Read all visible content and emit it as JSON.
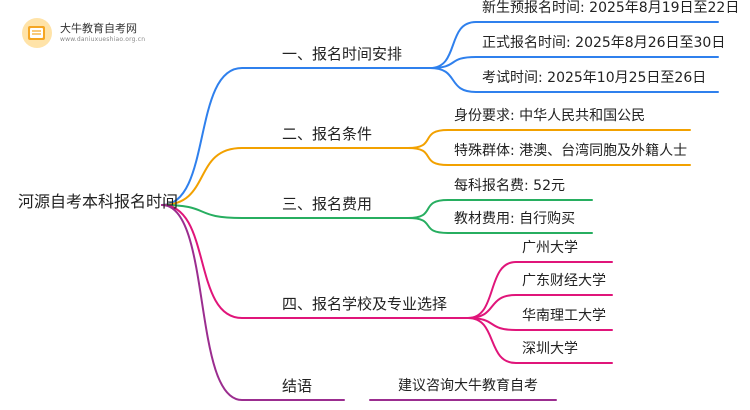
{
  "logo": {
    "name": "大牛教育自考网",
    "url": "www.daniuxueshiao.org.cn"
  },
  "root": "河源自考本科报名时间",
  "branches": [
    {
      "label": "一、报名时间安排",
      "color": "#2f80ed",
      "leaves": [
        "新生预报名时间: 2025年8月19日至22日",
        "正式报名时间: 2025年8月26日至30日",
        "考试时间: 2025年10月25日至26日"
      ]
    },
    {
      "label": "二、报名条件",
      "color": "#f2a100",
      "leaves": [
        "身份要求: 中华人民共和国公民",
        "特殊群体: 港澳、台湾同胞及外籍人士"
      ]
    },
    {
      "label": "三、报名费用",
      "color": "#27ae60",
      "leaves": [
        "每科报名费: 52元",
        "教材费用: 自行购买"
      ]
    },
    {
      "label": "四、报名学校及专业选择",
      "color": "#e0157a",
      "leaves": [
        "广州大学",
        "广东财经大学",
        "华南理工大学",
        "深圳大学"
      ]
    },
    {
      "label": "结语",
      "color": "#9b2d8f",
      "leaves": [
        "建议咨询大牛教育自考"
      ]
    }
  ]
}
